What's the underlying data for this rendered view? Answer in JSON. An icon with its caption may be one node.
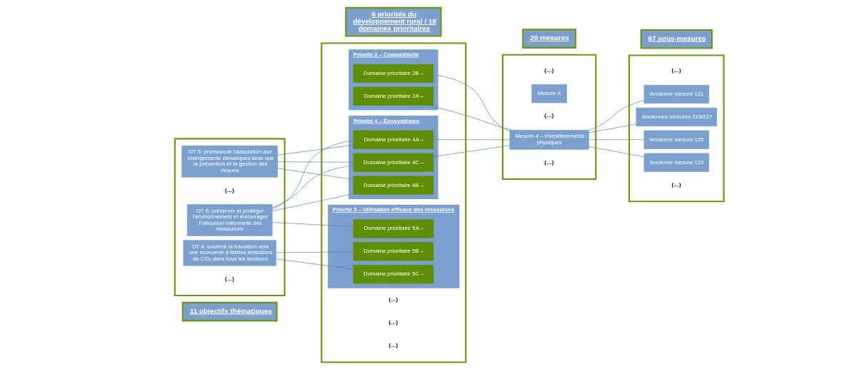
{
  "diagram": {
    "nodes": [
      {
        "text": [
          "11 objectifs thématiques"
        ]
      },
      {
        "text": [],
        "shape": "box"
      },
      {
        "text": [
          "(…)"
        ],
        "in": 1
      },
      {
        "text": [
          "OT 4: soutenir la transition vers une économie à faibles émissions de CO₂ dans tous les secteurs"
        ],
        "in": 1
      },
      {
        "text": [
          "OT 5: promouvoir l'adaptation aux changements climatiques ainsi que la prévention et la gestion des risques"
        ],
        "in": 1
      },
      {
        "text": [
          "OT 6: préserver et protéger l'environnement et encourager l'utilisation rationnelle des ressources"
        ],
        "in": 1
      },
      {
        "text": [
          "(…)"
        ],
        "in": 1
      },
      {
        "text": [
          "6 priorités du développement rural / 18 domaines prioritaires"
        ]
      },
      {
        "text": [],
        "shape": "box"
      },
      {
        "text": [
          "(…)"
        ],
        "in": 8
      },
      {
        "text": [
          "Priorité 2 – Compétitivité"
        ],
        "in": 8
      },
      {
        "text": [
          "Domaine prioritaire 2A –"
        ],
        "in": 10
      },
      {
        "text": [
          "Domaine prioritaire 2B –"
        ],
        "in": 10
      },
      {
        "text": [
          "(…)"
        ],
        "in": 8
      },
      {
        "text": [
          "Priorité 4 – Écosystèmes"
        ],
        "in": 8
      },
      {
        "text": [
          "Domaine prioritaire 4A –"
        ],
        "in": 14
      },
      {
        "text": [
          "Domaine prioritaire 4B –"
        ],
        "in": 14
      },
      {
        "text": [
          "Domaine prioritaire 4C –"
        ],
        "in": 14
      },
      {
        "text": [
          "Priorité 5 – Utilisation efficace des ressources"
        ],
        "in": 8
      },
      {
        "text": [
          "Domaine prioritaire 5A –"
        ],
        "in": 18
      },
      {
        "text": [
          "Domaine prioritaire 5B –"
        ],
        "in": 18
      },
      {
        "text": [
          "Domaine prioritaire 5C –"
        ],
        "in": 18
      },
      {
        "text": [
          "(…)"
        ],
        "in": 8
      },
      {
        "text": [
          "20 mesures"
        ]
      },
      {
        "text": [],
        "shape": "box"
      },
      {
        "text": [
          "(…)"
        ],
        "in": 24
      },
      {
        "text": [
          "Mesure 4 – Investissements physiques"
        ],
        "in": 24
      },
      {
        "text": [
          "(…)"
        ],
        "in": 24
      },
      {
        "text": [
          "Mesure X"
        ],
        "in": 24
      },
      {
        "text": [
          "(…)"
        ],
        "in": 24
      },
      {
        "text": [
          "67 sous-mesures"
        ]
      },
      {
        "text": [],
        "shape": "box"
      },
      {
        "text": [
          "(…)"
        ],
        "in": 31
      },
      {
        "text": [
          "Ancienne mesure 121"
        ],
        "in": 31
      },
      {
        "text": [
          "Ancienne mesure 123"
        ],
        "in": 31
      },
      {
        "text": [
          "Ancienne mesure 125"
        ],
        "in": 31
      },
      {
        "text": [
          "Anciennes mesures 218/227"
        ],
        "in": 31
      },
      {
        "text": [
          "(…)"
        ],
        "in": 31
      }
    ],
    "edges": [
      {
        "from": 3,
        "to": 20,
        "arrow": "none"
      },
      {
        "from": 3,
        "to": 21,
        "arrow": "none"
      },
      {
        "from": 4,
        "to": 15,
        "arrow": "none"
      },
      {
        "from": 4,
        "to": 16,
        "arrow": "none"
      },
      {
        "from": 4,
        "to": 17,
        "arrow": "none"
      },
      {
        "from": 5,
        "to": 15,
        "arrow": "none"
      },
      {
        "from": 5,
        "to": 16,
        "arrow": "none"
      },
      {
        "from": 5,
        "to": 17,
        "arrow": "none"
      },
      {
        "from": 5,
        "to": 19,
        "arrow": "none"
      },
      {
        "from": 11,
        "to": 26,
        "arrow": "none"
      },
      {
        "from": 12,
        "to": 26,
        "arrow": "none"
      },
      {
        "from": 15,
        "to": 26,
        "arrow": "none"
      },
      {
        "from": 17,
        "to": 26,
        "arrow": "none"
      },
      {
        "from": 26,
        "to": 33,
        "arrow": "none"
      },
      {
        "from": 26,
        "to": 34,
        "arrow": "none"
      },
      {
        "from": 26,
        "to": 35,
        "arrow": "none"
      },
      {
        "from": 26,
        "to": 36,
        "arrow": "none"
      }
    ]
  }
}
